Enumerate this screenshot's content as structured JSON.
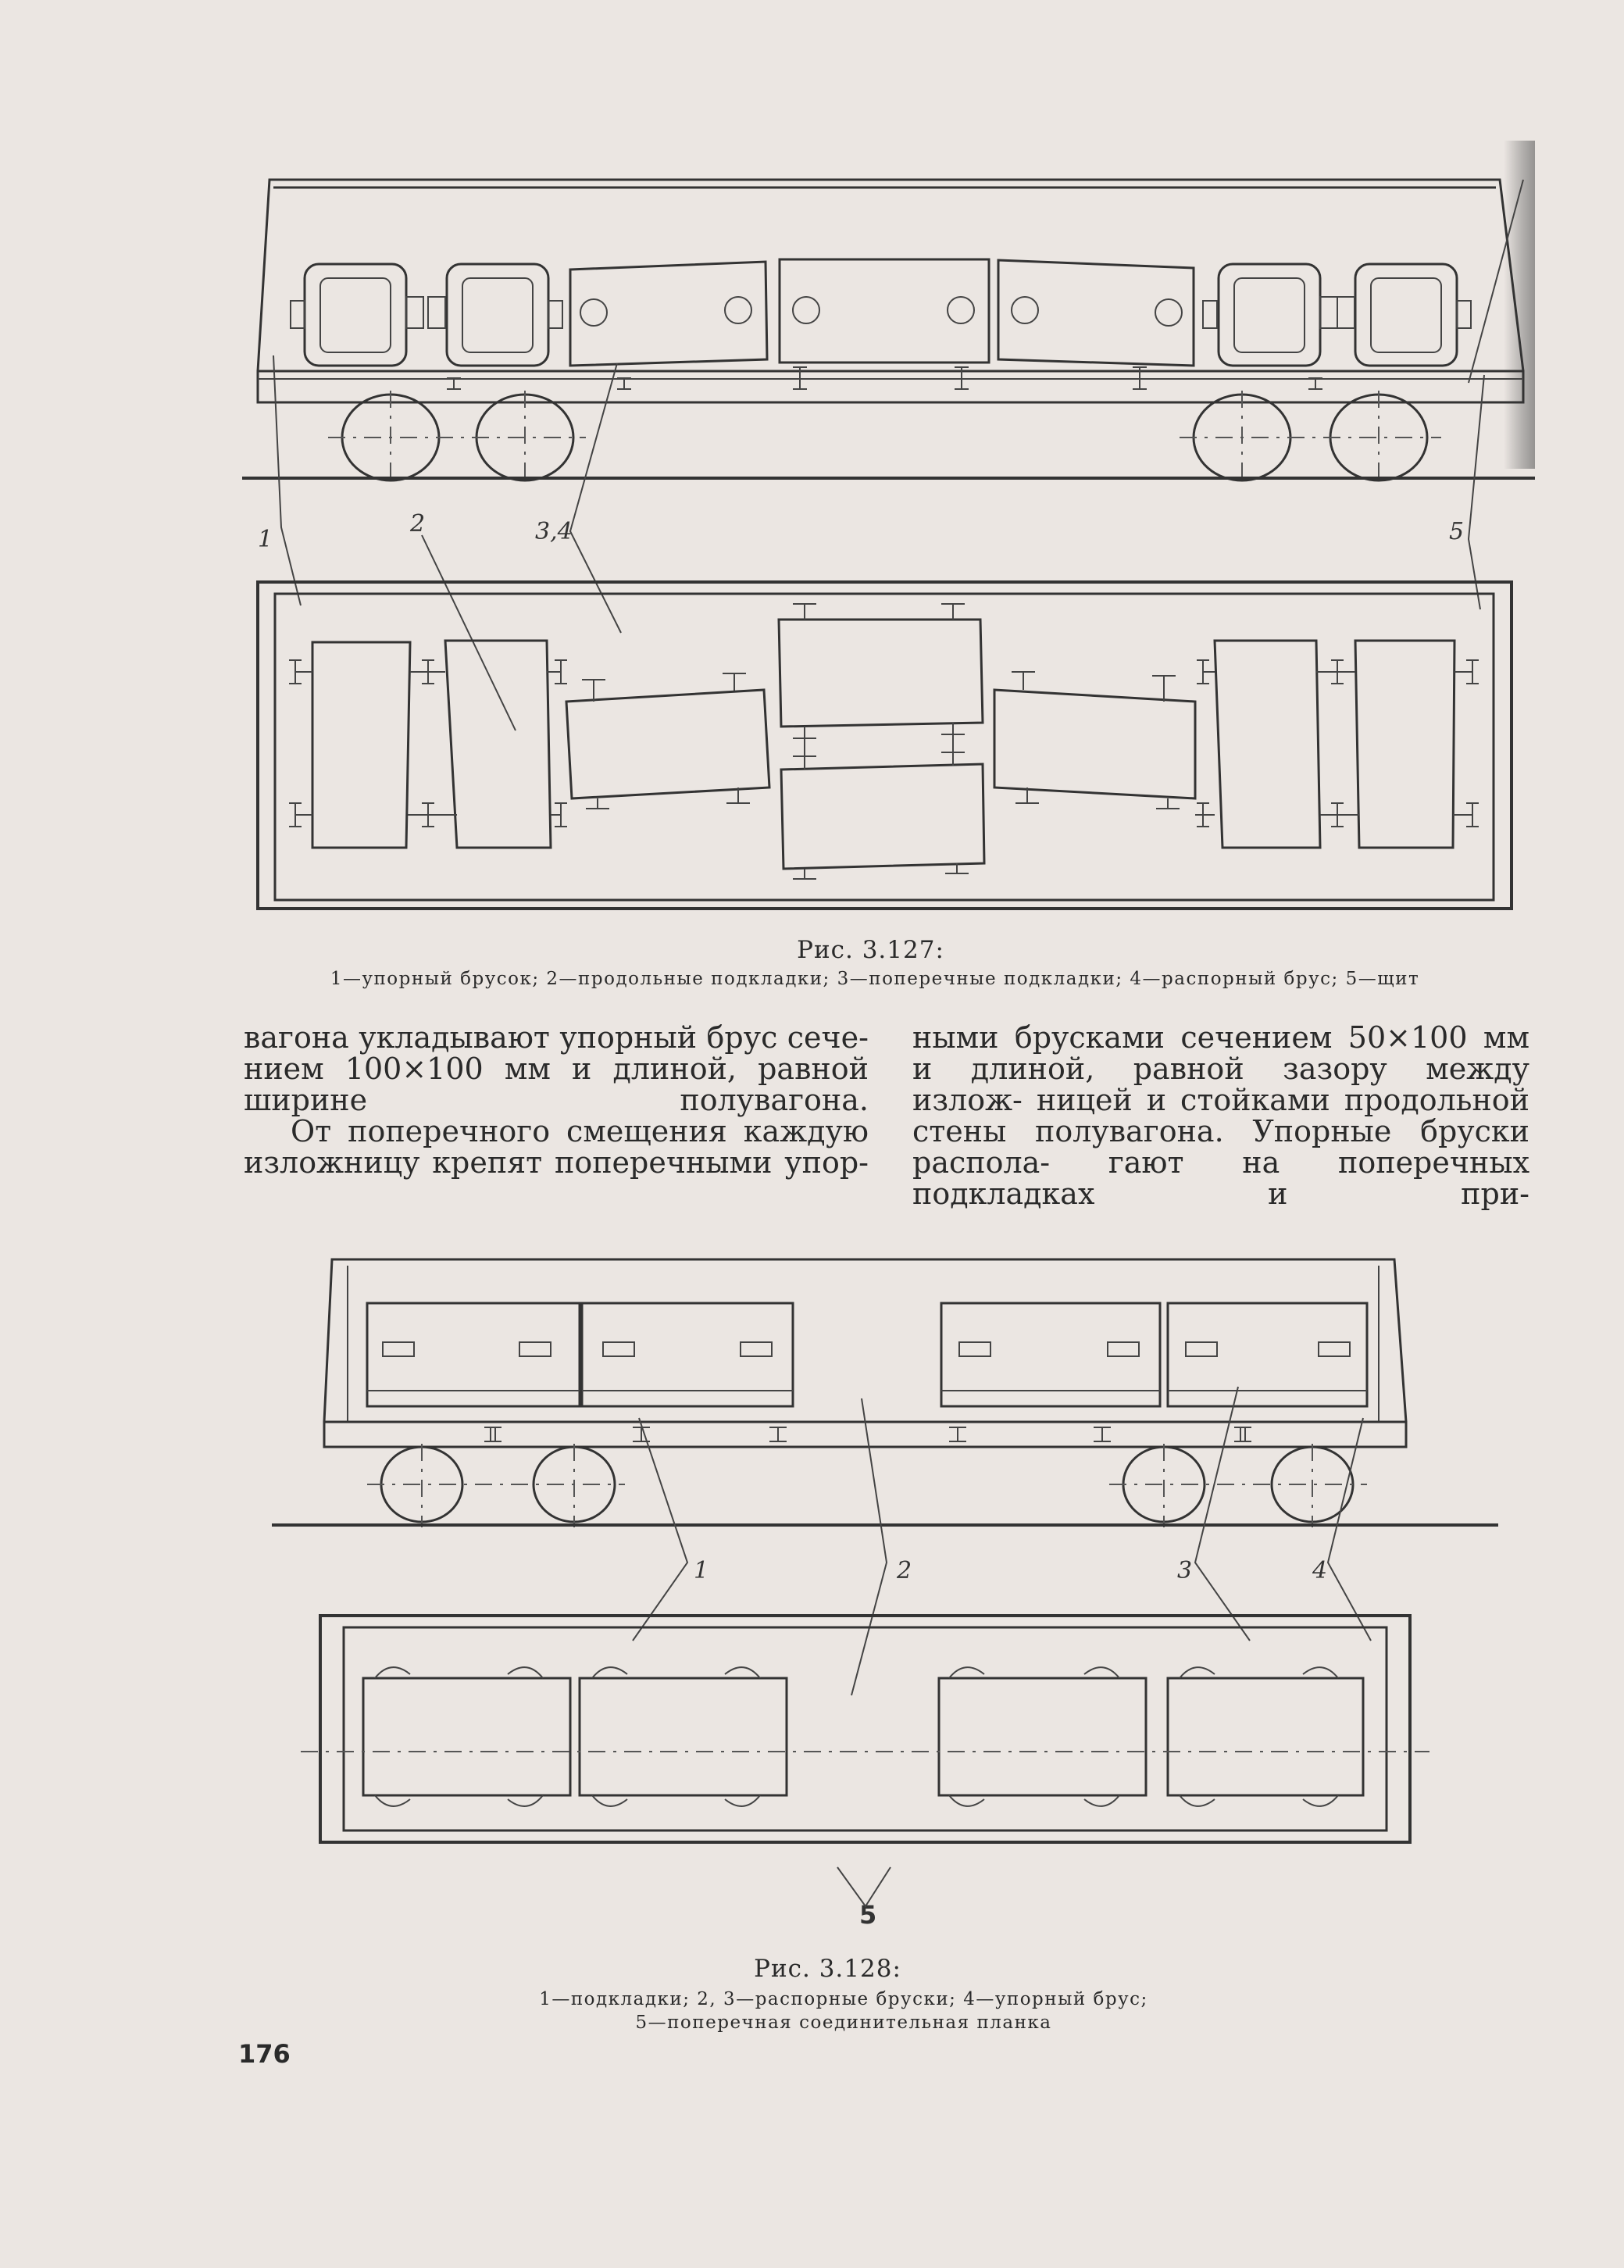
{
  "figure_127": {
    "labels": [
      "1",
      "2",
      "3,4",
      "5"
    ],
    "title": "Рис. 3.127:",
    "caption": "1—упорный брусок; 2—продольные подкладки; 3—поперечные подкладки; 4—распорный брус; 5—щит"
  },
  "text": {
    "col_left": {
      "p1": "вагона укладывают упорный брус сече- нием 100×100 мм и длиной, равной ширине полувагона.",
      "p2": "От поперечного смещения каждую изложницу крепят поперечными упор-"
    },
    "col_right": {
      "p1": "ными брусками сечением 50×100 мм и длиной, равной зазору между излож- ницей и стойками продольной стены полувагона. Упорные бруски распола- гают на поперечных подкладках и при-"
    }
  },
  "figure_128": {
    "labels": [
      "1",
      "2",
      "3",
      "4",
      "5"
    ],
    "title": "Рис. 3.128:",
    "caption_line1": "1—подкладки; 2, 3—распорные бруски; 4—упорный брус;",
    "caption_line2": "5—поперечная соединительная планка"
  },
  "page_number": "176"
}
